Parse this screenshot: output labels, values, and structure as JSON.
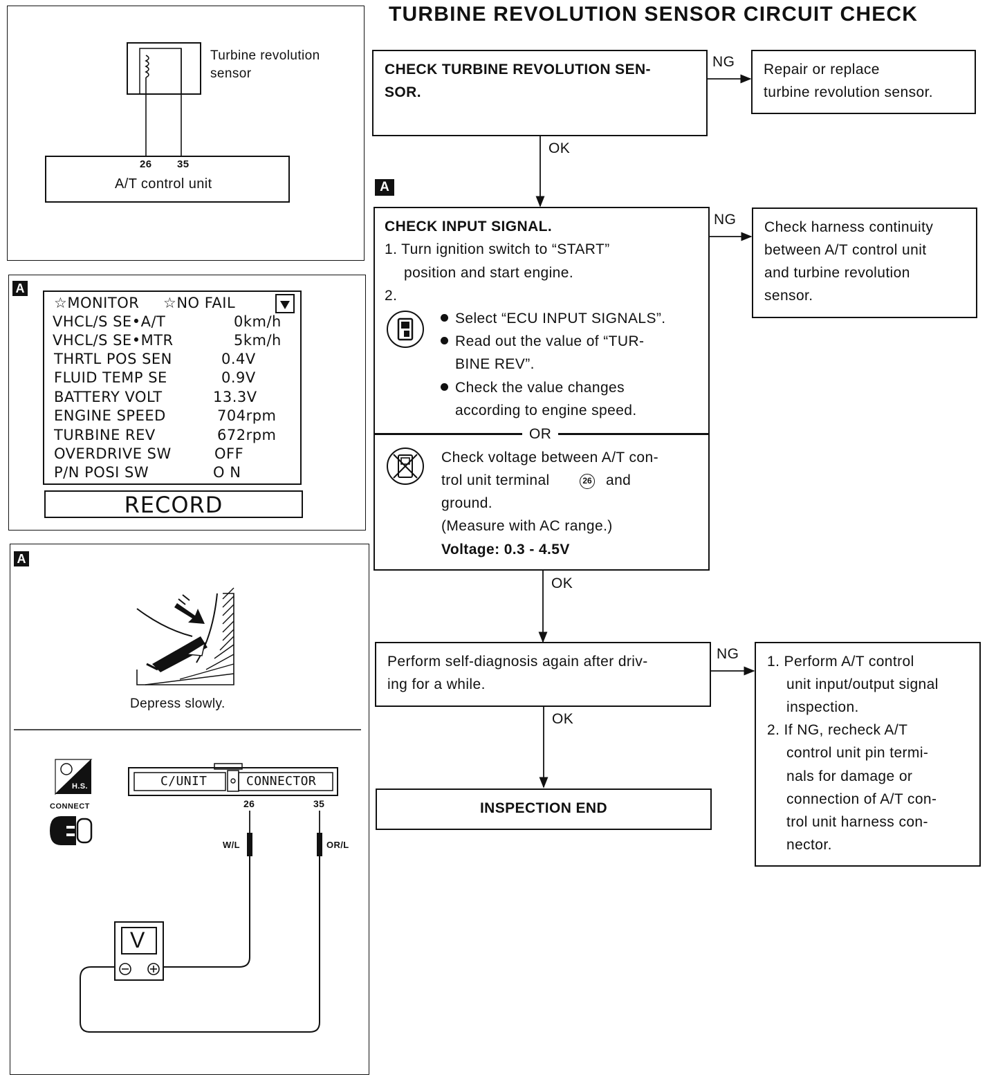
{
  "title": "TURBINE REVOLUTION SENSOR CIRCUIT CHECK",
  "wiring": {
    "sensor_label_1": "Turbine revolution",
    "sensor_label_2": "sensor",
    "pin_a": "26",
    "pin_b": "35",
    "unit_label": "A/T control unit"
  },
  "badge": "A",
  "monitor": {
    "header_left": "☆MONITOR",
    "header_right": "☆NO FAIL",
    "rows": [
      {
        "name": "VHCL/S SE•A/T",
        "value": "0km/h"
      },
      {
        "name": "VHCL/S SE•MTR",
        "value": "5km/h"
      },
      {
        "name": "THRTL POS SEN",
        "value": "0.4V"
      },
      {
        "name": "FLUID TEMP SE",
        "value": "0.9V"
      },
      {
        "name": "BATTERY VOLT",
        "value": "13.3V"
      },
      {
        "name": "ENGINE SPEED",
        "value": "704rpm"
      },
      {
        "name": "TURBINE REV",
        "value": "672rpm"
      },
      {
        "name": "OVERDRIVE SW",
        "value": "OFF"
      },
      {
        "name": "P/N POSI SW",
        "value": "O N"
      }
    ],
    "record_button": "RECORD"
  },
  "test_panel": {
    "pedal_caption": "Depress slowly.",
    "hs_label": "H.S.",
    "connect_label": "CONNECT",
    "connector_left": "C/UNIT",
    "connector_right": "CONNECTOR",
    "pin_a": "26",
    "pin_b": "35",
    "wire_a": "W/L",
    "wire_b": "OR/L",
    "meter": "V"
  },
  "flow": {
    "step1": {
      "heading": "CHECK TURBINE REVOLUTION SEN-",
      "heading2": "SOR."
    },
    "step1_ng": {
      "line1": "Repair or replace",
      "line2": "turbine revolution sensor."
    },
    "step2": {
      "heading": "CHECK INPUT SIGNAL.",
      "item1a": "1. Turn ignition switch to “START”",
      "item1b": "position and start engine.",
      "item2": "2.",
      "bullet1": "Select “ECU INPUT SIGNALS”.",
      "bullet2a": "Read out the value of “TUR-",
      "bullet2b": "BINE REV”.",
      "bullet3a": "Check the value changes",
      "bullet3b": "according to engine speed.",
      "or": "OR",
      "alt1": "Check voltage between A/T con-",
      "alt2a": "trol unit terminal",
      "alt2_terminal": "26",
      "alt2b": "and",
      "alt3": "ground.",
      "alt4": "(Measure with AC range.)",
      "alt5": "Voltage: 0.3 - 4.5V"
    },
    "step2_ng": {
      "line1": "Check harness continuity",
      "line2": "between A/T control unit",
      "line3": "and turbine revolution",
      "line4": "sensor."
    },
    "step3": {
      "line1": "Perform self-diagnosis again after driv-",
      "line2": "ing for a while."
    },
    "step3_ng": {
      "l1": "1. Perform A/T control",
      "l2": "unit input/output signal",
      "l3": "inspection.",
      "l4": "2. If NG, recheck A/T",
      "l5": "control unit pin termi-",
      "l6": "nals for damage or",
      "l7": "connection of A/T con-",
      "l8": "trol unit harness con-",
      "l9": "nector."
    },
    "end": "INSPECTION END",
    "ok": "OK",
    "ng": "NG"
  }
}
